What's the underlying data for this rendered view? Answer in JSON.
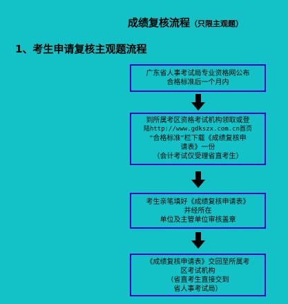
{
  "header": {
    "title": "成绩复核流程",
    "title_note": "（只限主观题）",
    "section_title": "1、考生申请复核主观题流程"
  },
  "flow": {
    "step1": [
      "广东省人事考试局专业资格网公布",
      "合格标准后一个月内"
    ],
    "step2": [
      "到所属考区资格考试机构领取或登",
      "陆http://www.gdkszx.com.cn首页",
      "“合格标准”栏下载《成绩复核申",
      "请表》一份",
      "（会计考试仅受理省直考生）"
    ],
    "step3": [
      "考生亲笔填好《成绩复核申请表》",
      "并经所在",
      "单位及主管单位审核盖章"
    ],
    "step4": [
      "《成绩复核申请表》交回至所属考",
      "区考试机构",
      "（省直考生直接交到",
      "省人事考试局）"
    ]
  },
  "colors": {
    "background": "#12c2c6",
    "border": "#0000cc",
    "arrow": "#000000"
  }
}
